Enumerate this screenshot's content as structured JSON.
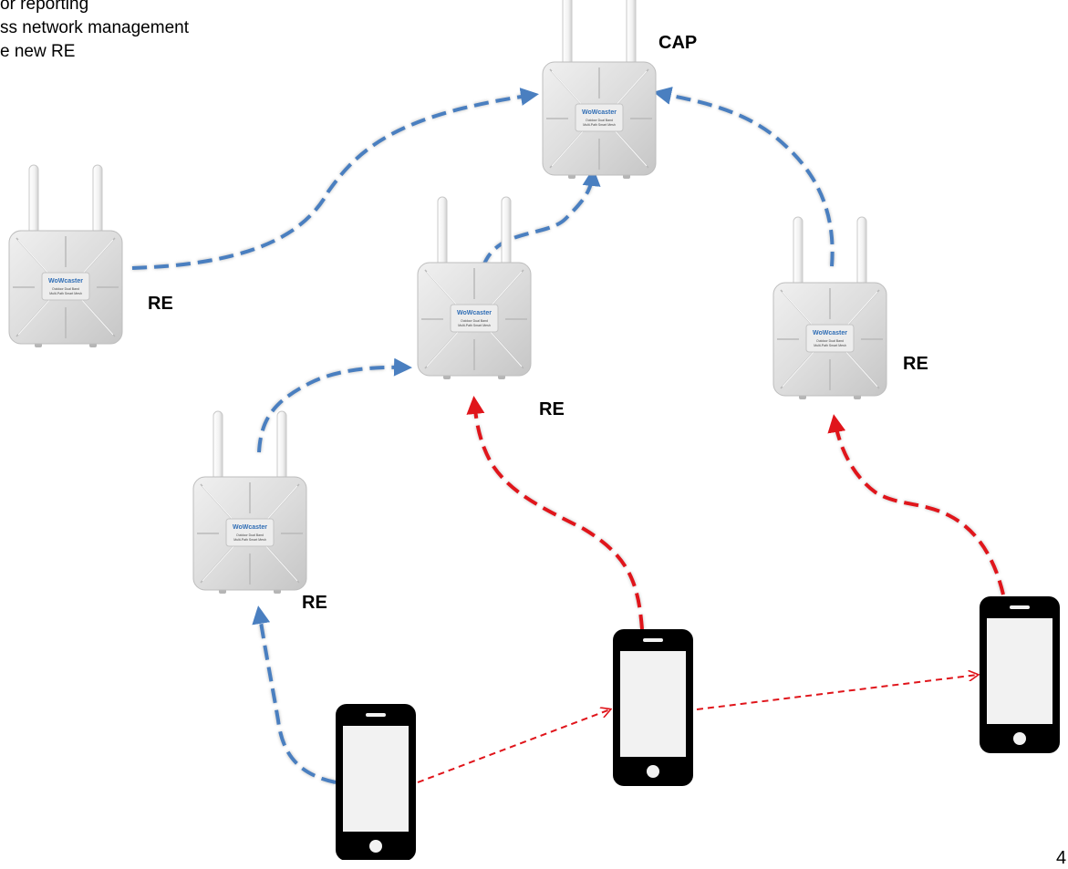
{
  "intro_lines": [
    "or reporting",
    "ss network management",
    "e new RE"
  ],
  "labels": {
    "cap": "CAP",
    "re_left": "RE",
    "re_middle": "RE",
    "re_right": "RE",
    "re_lower": "RE"
  },
  "device_brand": "WoWcaster",
  "device_caption": [
    "Outdoor Dual Band",
    "Multi-Path Smart Mesh"
  ],
  "page_number": "4",
  "colors": {
    "backhaul_link": "#4a7fc0",
    "client_link": "#e0151b",
    "roaming_path": "#e0151b",
    "device_body": "#dcdcdc",
    "phone_body": "#000000"
  },
  "icons": [
    "mesh-access-point-icon",
    "smartphone-icon"
  ]
}
